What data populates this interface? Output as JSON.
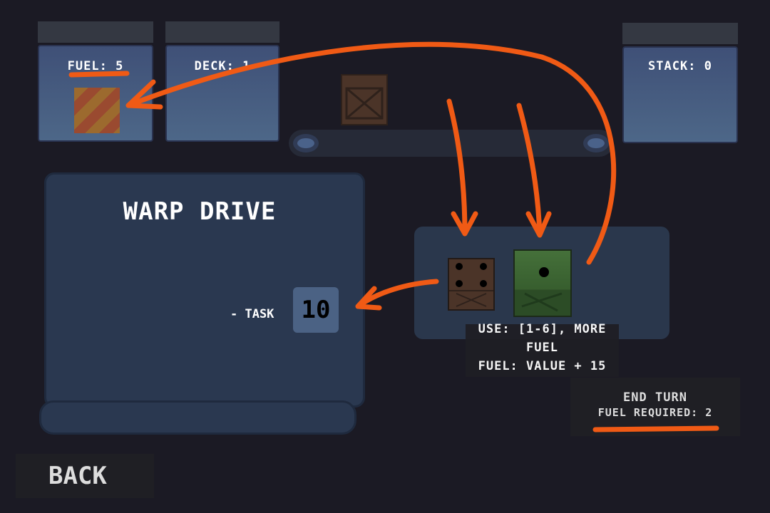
{
  "slots": {
    "fuel": "FUEL: 5",
    "deck": "DECK: 1",
    "stack": "STACK: 0"
  },
  "card": {
    "title": "WARP DRIVE",
    "task_label": "- TASK",
    "task_value": "10"
  },
  "tooltip": {
    "line1": "USE: [1-6], MORE",
    "line2": "FUEL",
    "line3": "FUEL: VALUE + 15"
  },
  "end_turn": {
    "label": "END TURN",
    "fuel_required": "FUEL REQUIRED: 2"
  },
  "back_label": "BACK",
  "colors": {
    "annotation": "#f05a15",
    "slot": "#44587f"
  }
}
